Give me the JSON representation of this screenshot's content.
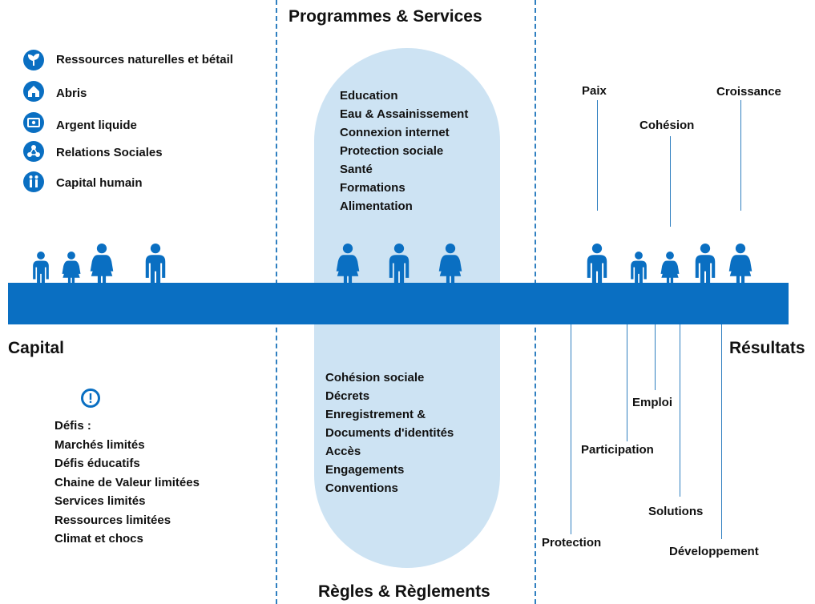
{
  "headings": {
    "programmes": "Programmes & Services",
    "regles": "Règles & Règlements",
    "capital": "Capital",
    "resultats": "Résultats"
  },
  "capital_items": [
    {
      "label": "Ressources naturelles et bétail",
      "icon": "sprout-icon"
    },
    {
      "label": "Abris",
      "icon": "house-icon"
    },
    {
      "label": "Argent liquide",
      "icon": "cash-icon"
    },
    {
      "label": "Relations Sociales",
      "icon": "network-icon"
    },
    {
      "label": "Capital humain",
      "icon": "family-icon"
    }
  ],
  "programmes_items": [
    "Education",
    "Eau & Assainissement",
    "Connexion internet",
    "Protection sociale",
    "Santé",
    "Formations",
    "Alimentation"
  ],
  "regles_items": [
    "Cohésion sociale",
    "Décrets",
    "Enregistrement &",
    "Documents d'identités",
    "Accès",
    "Engagements",
    "Conventions"
  ],
  "defis": {
    "icon": "alert-icon",
    "title": "Défis :",
    "items": [
      "Marchés limités",
      "Défis éducatifs",
      "Chaine de Valeur limitées",
      "Services limités",
      "Ressources limitées",
      "Climat et chocs"
    ]
  },
  "results_above": [
    "Paix",
    "Croissance",
    "Cohésion"
  ],
  "results_below": [
    "Emploi",
    "Participation",
    "Solutions",
    "Protection",
    "Développement"
  ],
  "colors": {
    "band": "#0a6fc2",
    "pill": "#cde3f3",
    "dash": "#2f7fc0"
  }
}
